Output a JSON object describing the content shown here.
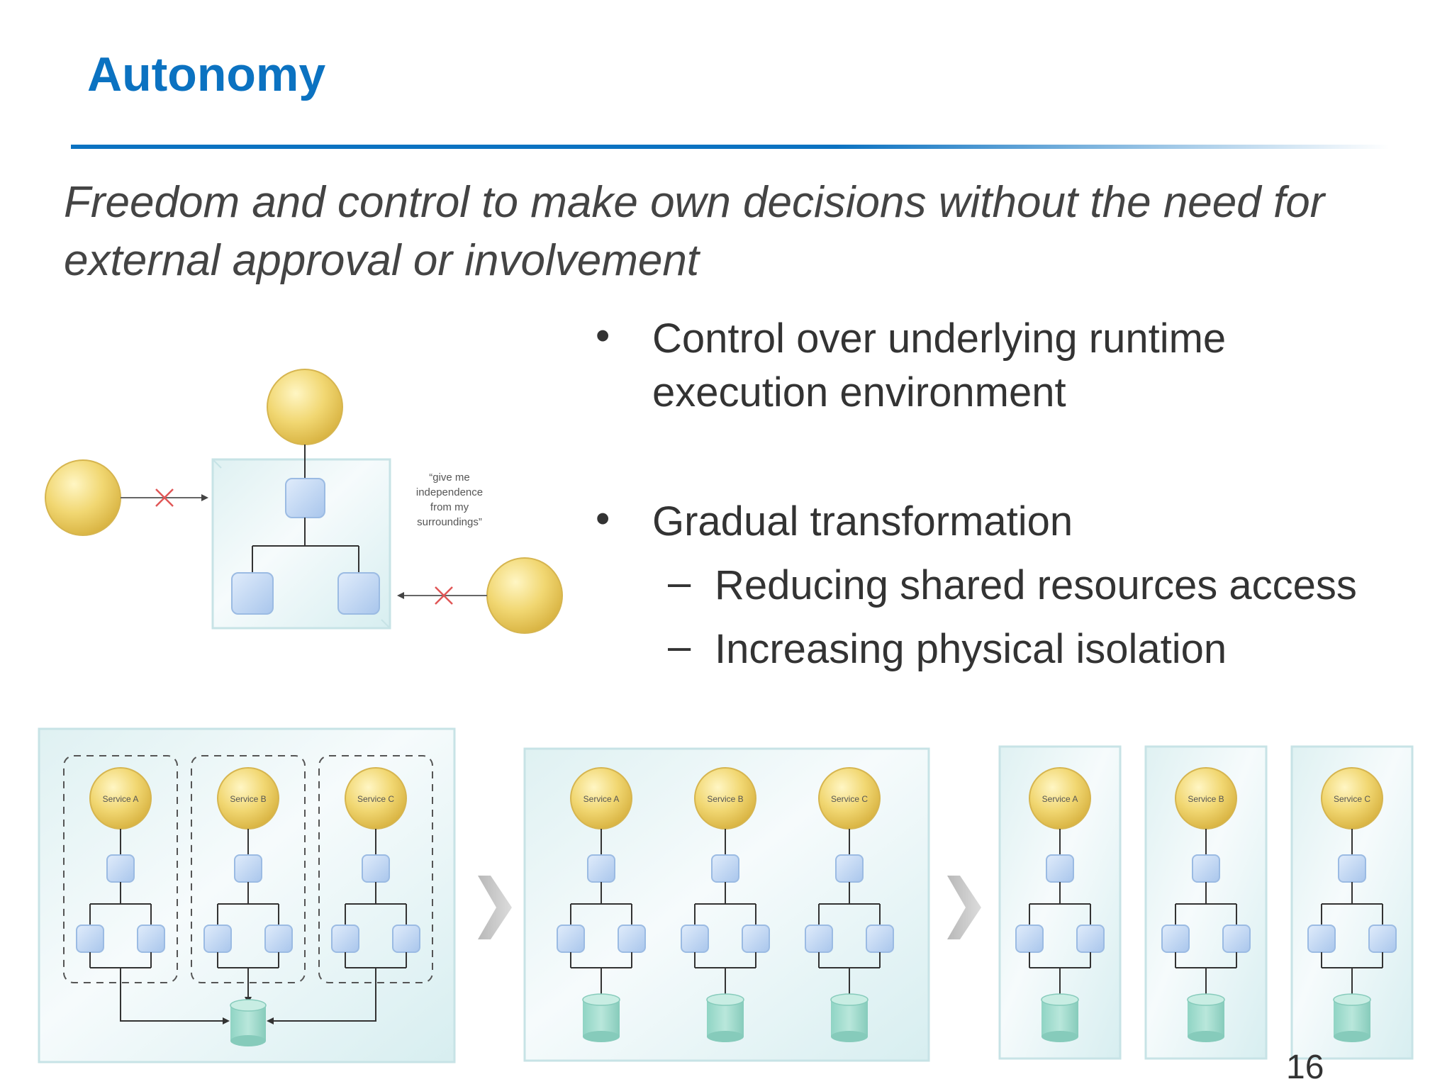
{
  "slide": {
    "title": "Autonomy",
    "subtitle": "Freedom and control to make own decisions without the need for external approval or involvement",
    "bullets": [
      {
        "text": "Control over underlying runtime execution environment",
        "subitems": []
      },
      {
        "text": "Gradual transformation",
        "subitems": [
          "Reducing shared resources access",
          "Increasing physical isolation"
        ]
      }
    ],
    "page_number": "16"
  },
  "diagram_top": {
    "quote": [
      "“give me",
      "independence",
      "from my",
      "surroundings”"
    ]
  },
  "diagram_bottom": {
    "services": [
      "Service A",
      "Service B",
      "Service C"
    ]
  }
}
